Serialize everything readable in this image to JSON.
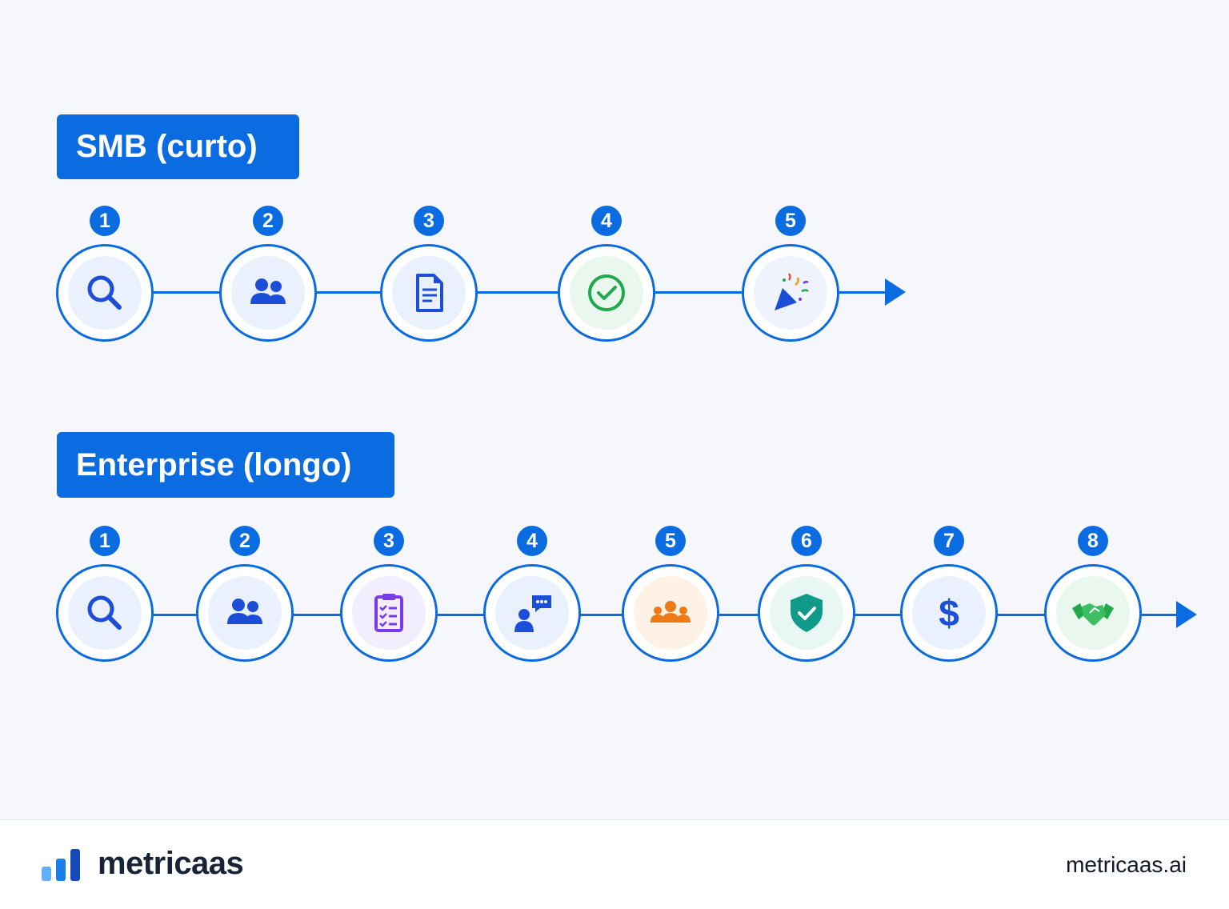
{
  "sections": {
    "smb": {
      "label": "SMB (curto)",
      "steps": [
        {
          "number": "1",
          "icon": "search-icon",
          "color": "#1d4ed8"
        },
        {
          "number": "2",
          "icon": "users-icon",
          "color": "#1d4ed8"
        },
        {
          "number": "3",
          "icon": "document-icon",
          "color": "#1d4ed8"
        },
        {
          "number": "4",
          "icon": "check-circle-icon",
          "color": "#22a94b"
        },
        {
          "number": "5",
          "icon": "party-popper-icon",
          "color": "#1d4ed8"
        }
      ]
    },
    "enterprise": {
      "label": "Enterprise (longo)",
      "steps": [
        {
          "number": "1",
          "icon": "search-icon",
          "color": "#1d4ed8"
        },
        {
          "number": "2",
          "icon": "users-icon",
          "color": "#1d4ed8"
        },
        {
          "number": "3",
          "icon": "clipboard-checklist-icon",
          "color": "#7c3aed"
        },
        {
          "number": "4",
          "icon": "user-chat-icon",
          "color": "#1d4ed8"
        },
        {
          "number": "5",
          "icon": "team-icon",
          "color": "#f07b16"
        },
        {
          "number": "6",
          "icon": "shield-check-icon",
          "color": "#0f9a8a"
        },
        {
          "number": "7",
          "icon": "dollar-icon",
          "color": "#1d4ed8"
        },
        {
          "number": "8",
          "icon": "handshake-icon",
          "color": "#22a94b"
        }
      ]
    }
  },
  "footer": {
    "brand": "metricaas",
    "url": "metricaas.ai"
  },
  "colors": {
    "accent": "#0b6be0",
    "background": "#f5f7fb"
  }
}
